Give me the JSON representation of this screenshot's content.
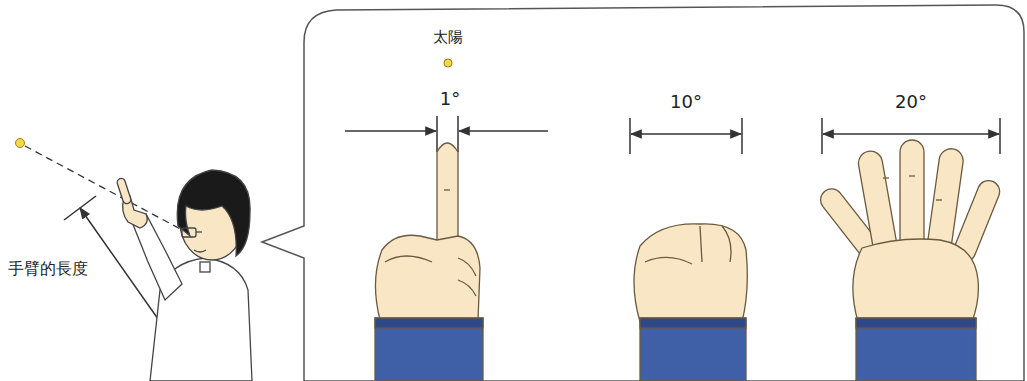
{
  "diagram": {
    "labels": [
      "手臂的長度",
      "太陽",
      "1°",
      "10°",
      "20°"
    ]
  }
}
